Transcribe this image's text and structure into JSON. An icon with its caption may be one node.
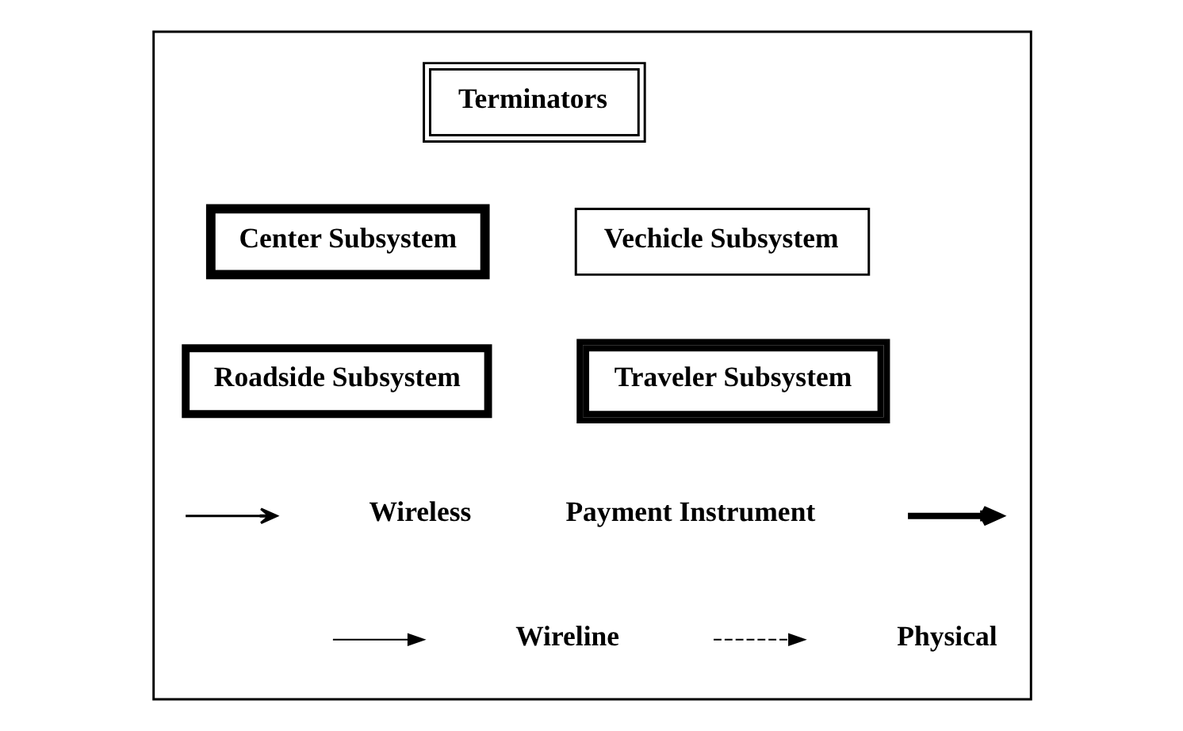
{
  "diagram": {
    "nodes": [
      {
        "text": [],
        "shape": "box"
      },
      {
        "text": [
          "Terminators"
        ],
        "in": 0
      },
      {
        "text": [
          "Center Subsystem"
        ],
        "in": 0
      },
      {
        "text": [
          "Vechicle Subsystem"
        ],
        "in": 0
      },
      {
        "text": [
          "Roadside Subsystem"
        ],
        "in": 0
      },
      {
        "text": [
          "Traveler Subsystem"
        ],
        "in": 0
      }
    ],
    "edges": [],
    "legend": [
      {
        "text": "Wireless"
      },
      {
        "text": "Payment Instrument"
      },
      {
        "text": "Wireline"
      },
      {
        "text": "Physical"
      }
    ]
  }
}
